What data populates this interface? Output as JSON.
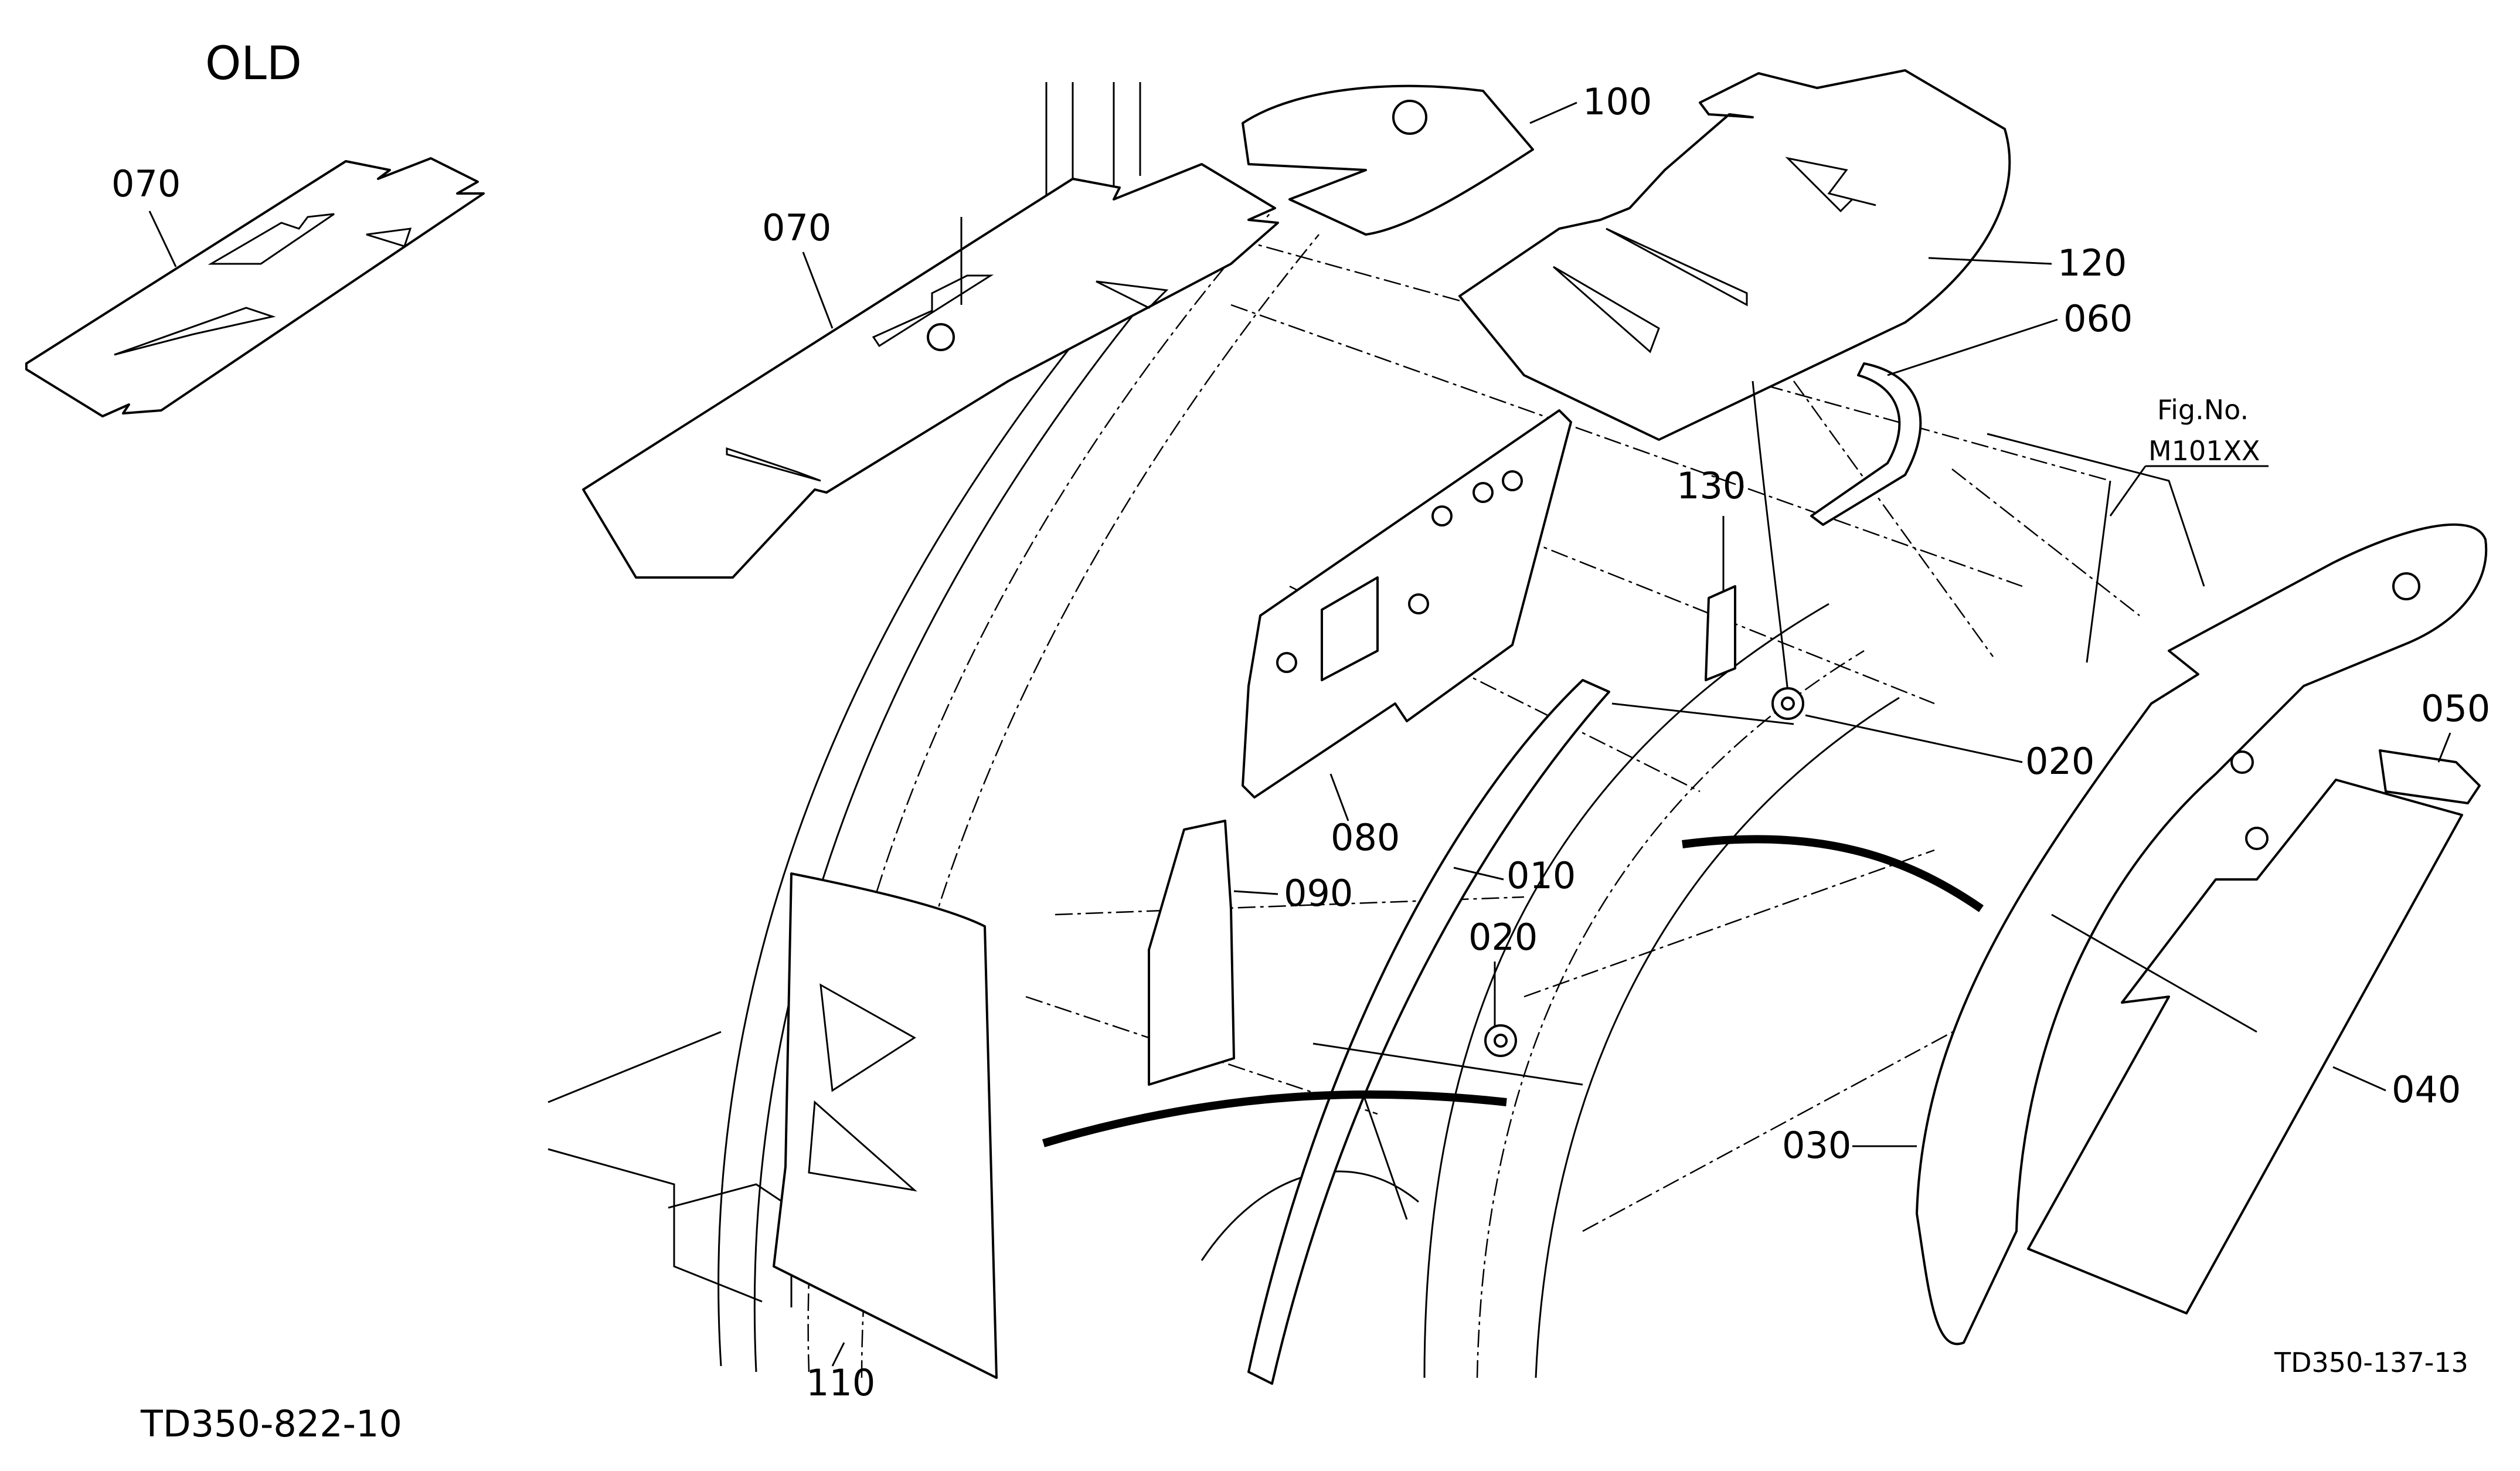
{
  "header": {
    "old_label": "OLD"
  },
  "callouts": {
    "c010": "010",
    "c020a": "020",
    "c020b": "020",
    "c030": "030",
    "c040": "040",
    "c050": "050",
    "c060": "060",
    "c070_old": "070",
    "c070_new": "070",
    "c080": "080",
    "c090": "090",
    "c100": "100",
    "c110": "110",
    "c120": "120",
    "c130": "130"
  },
  "figure": {
    "fig_no_label": "Fig.No.",
    "fig_no_value": "M101XX"
  },
  "footer": {
    "drawing_id_left": "TD350-822-10",
    "drawing_id_right": "TD350-137-13"
  }
}
